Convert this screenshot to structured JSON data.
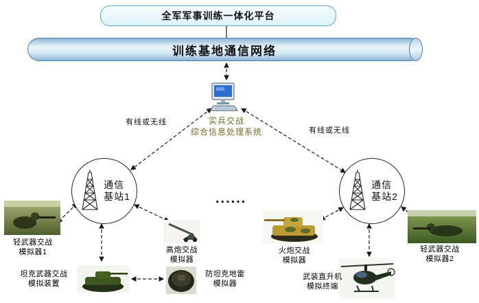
{
  "diagram": {
    "platform_label": "全军军事训练一体化平台",
    "network_label": "训练基地通信网络",
    "processing_system": {
      "line1": "实兵交战",
      "line2": "综合信息处理系统"
    },
    "link_label_left": "有线或无线",
    "link_label_right": "有线或无线",
    "base_station_1": {
      "line1": "通信",
      "line2": "基站1"
    },
    "base_station_2": {
      "line1": "通信",
      "line2": "基站2"
    },
    "ellipsis": "......",
    "devices": {
      "light_weapon_1": {
        "line1": "轻武器交战",
        "line2": "模拟器1"
      },
      "tank_weapon": {
        "line1": "坦克武器交战",
        "line2": "模拟装置"
      },
      "aa_gun": {
        "line1": "高炮交战",
        "line2": "模拟器"
      },
      "anti_tank_mine": {
        "line1": "防坦克地雷",
        "line2": "模拟器"
      },
      "artillery": {
        "line1": "火炮交战",
        "line2": "模拟器"
      },
      "helicopter": {
        "line1": "武装直升机",
        "line2": "模拟终端"
      },
      "light_weapon_2": {
        "line1": "轻武器交战",
        "line2": "模拟器2"
      }
    },
    "colors": {
      "platform_fill": "#e9f7fc",
      "platform_border": "#57a8c9",
      "cylinder_fill_light": "#e9f5fc",
      "cylinder_fill_dark": "#8fb6d4",
      "cylinder_border": "#4a7da6",
      "processing_label_text": "#6f6f28",
      "arrow": "#1a1a1a"
    }
  }
}
